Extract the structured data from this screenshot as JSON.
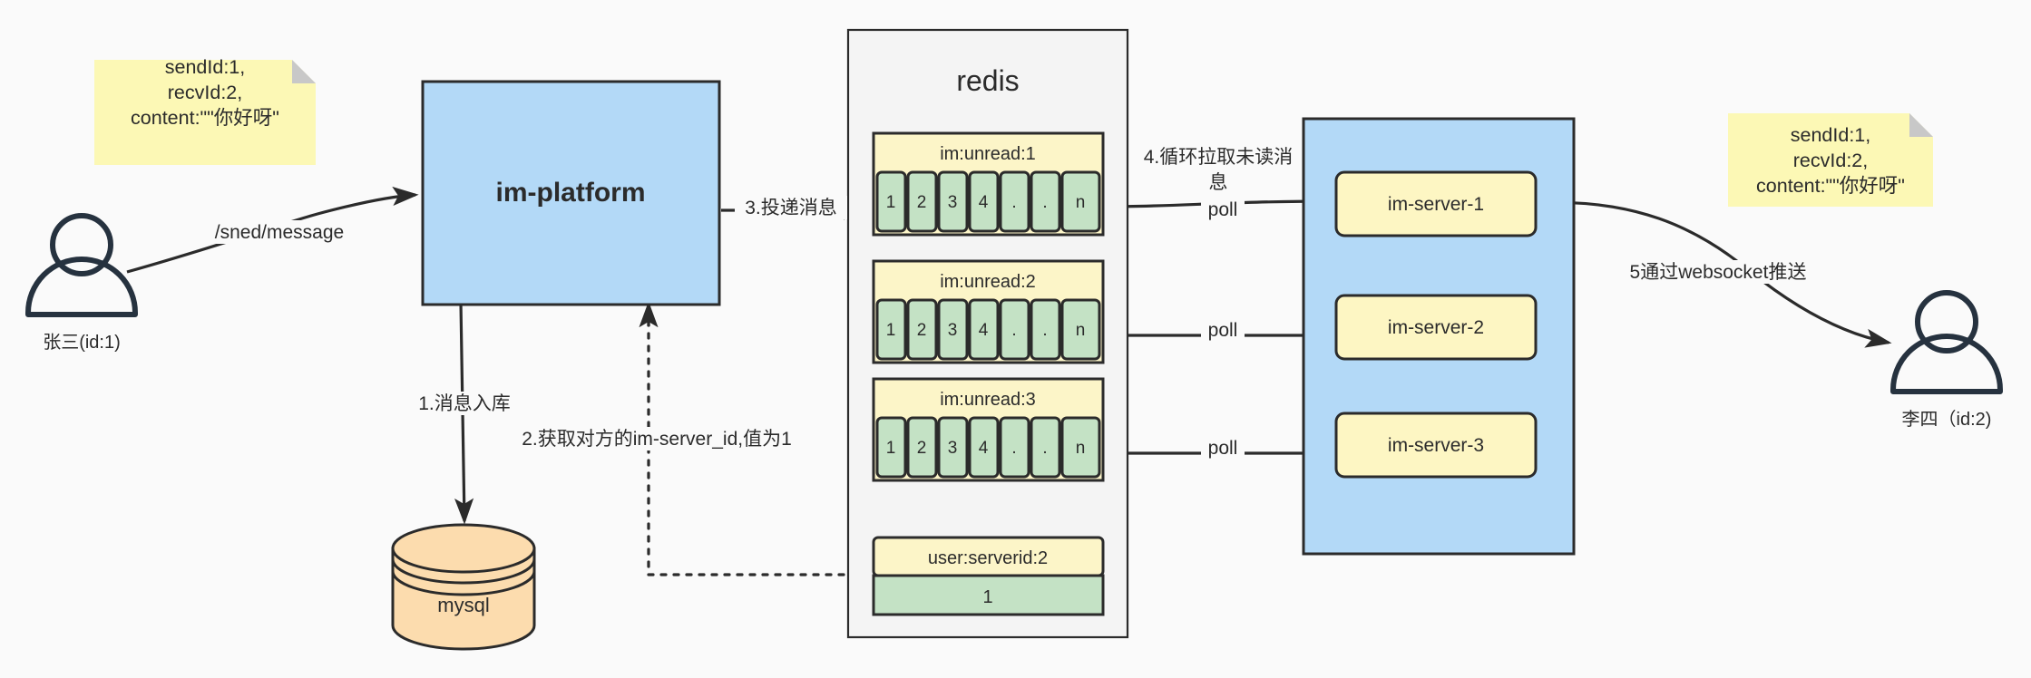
{
  "diagram": {
    "title": "IM message delivery architecture",
    "colors": {
      "background": "#fafafa",
      "note_yellow": "#fcf8b5",
      "note_fold": "#c8c8c8",
      "blue_box": "#b3d9f7",
      "key_yellow": "#fcf5c8",
      "cell_green": "#c4e2c5",
      "server_yellow": "#fdf6c3",
      "db_orange": "#fcdcae",
      "stroke": "#2b2b2b",
      "actor_stroke": "#26323f",
      "redis_panel": "#f4f4f4"
    },
    "notes": [
      {
        "name": "note-left",
        "lines": [
          "sendId:1,",
          "recvId:2,",
          "content:\"\"你好呀\""
        ]
      },
      {
        "name": "note-right",
        "lines": [
          "sendId:1,",
          "recvId:2,",
          "content:\"\"你好呀\""
        ]
      }
    ],
    "actors": [
      {
        "name": "actor-sender",
        "caption": "张三(id:1)"
      },
      {
        "name": "actor-receiver",
        "caption": "李四（id:2)"
      }
    ],
    "platform": {
      "label": "im-platform"
    },
    "database": {
      "label": "mysql"
    },
    "redis": {
      "title": "redis",
      "lists": [
        {
          "key": "im:unread:1",
          "cells": [
            "1",
            "2",
            "3",
            "4",
            ".",
            ".",
            "n"
          ]
        },
        {
          "key": "im:unread:2",
          "cells": [
            "1",
            "2",
            "3",
            "4",
            ".",
            ".",
            "n"
          ]
        },
        {
          "key": "im:unread:3",
          "cells": [
            "1",
            "2",
            "3",
            "4",
            ".",
            ".",
            "n"
          ]
        }
      ],
      "kv": {
        "key": "user:serverid:2",
        "value": "1"
      }
    },
    "server_cluster": {
      "servers": [
        {
          "label": "im-server-1"
        },
        {
          "label": "im-server-2"
        },
        {
          "label": "im-server-3"
        }
      ]
    },
    "edge_labels": {
      "send_message": "/sned/message",
      "step1": "1.消息入库",
      "step2": "2.获取对方的im-server_id,值为1",
      "step3": "3.投递消息",
      "step4_line1": "4.循环拉取未读消",
      "step4_line2": "息",
      "step5": "5通过websocket推送",
      "poll1": "poll",
      "poll2": "poll",
      "poll3": "poll"
    }
  }
}
